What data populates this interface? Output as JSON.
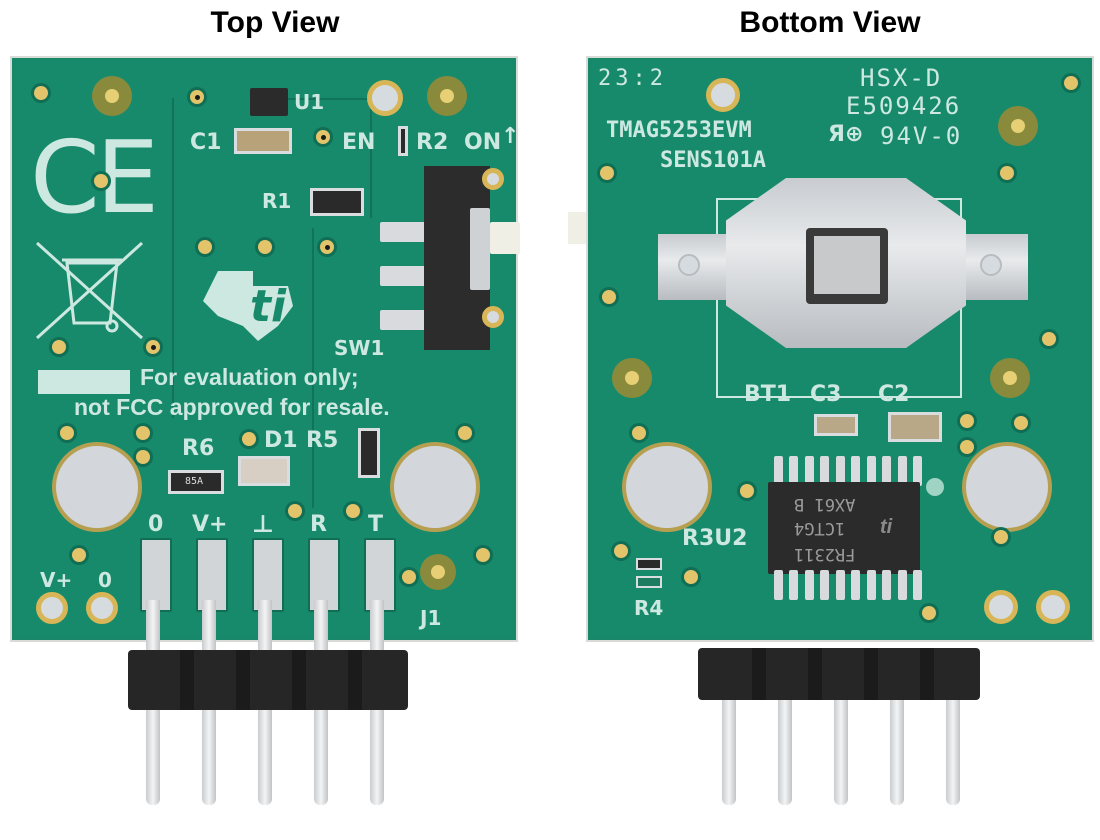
{
  "titles": {
    "top": "Top View",
    "bottom": "Bottom View"
  },
  "colors": {
    "pcb_green": "#178a6b",
    "silkscreen": "#cde8e0",
    "gold_pad": "#e3c46b",
    "header_black": "#262626",
    "pin_silver": "#d9dbde"
  },
  "top_board": {
    "refdes": {
      "u1": "U1",
      "c1": "C1",
      "en": "EN",
      "r2": "R2",
      "on": "ON",
      "r1": "R1",
      "sw1": "SW1",
      "r6": "R6",
      "d1": "D1",
      "r5": "R5",
      "j1": "J1"
    },
    "ce_mark": "CE",
    "disclaimer": {
      "line1": "For evaluation only;",
      "line2": "not FCC approved for resale."
    },
    "pin_labels": [
      "0",
      "V+",
      "⊥",
      "R",
      "T"
    ],
    "side_labels": [
      "V+",
      "0"
    ],
    "r6_marking": "85A"
  },
  "bottom_board": {
    "date_code": "23:2",
    "board_name": "TMAG5253EVM",
    "board_id": "SENS101A",
    "mfr_code": "HSX-D",
    "ul_file": "E509426",
    "flammability": "94V-0",
    "refdes": {
      "bt1": "BT1",
      "c3": "C3",
      "c2": "C2",
      "r3u2": "R3U2",
      "r4": "R4"
    },
    "ic_marking": [
      "AX61 B",
      "1CTG4",
      "FR2311"
    ]
  }
}
